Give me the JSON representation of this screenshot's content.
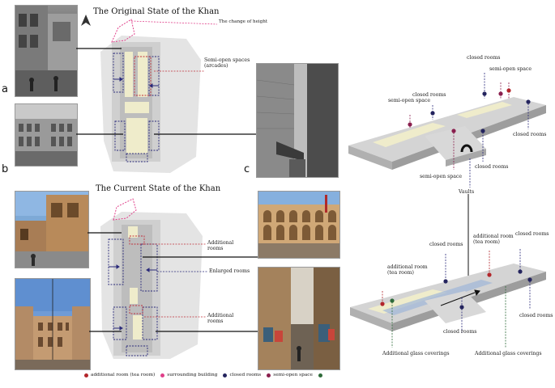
{
  "titles": {
    "original": "The Original State of the Khan",
    "current": "The Current State of the Khan"
  },
  "panel_letters": {
    "a": "a",
    "b": "b",
    "c": "c"
  },
  "plan_labels": {
    "change_of_height": "The change of height",
    "semi_open_spaces": "Semi-open spaces\n(arcades)",
    "additional_rooms_1": "Additional\nrooms",
    "enlarged_rooms": "Enlarged rooms",
    "additional_rooms_2": "Additional\nrooms"
  },
  "model_top_labels": {
    "closed_rooms_1": "closed rooms",
    "closed_rooms_2": "closed rooms",
    "semi_open_space_1": "semi-open space",
    "semi_open_space_2": "semi-open space",
    "semi_open_space_3": "semi-open space",
    "closed_rooms_3": "closed rooms",
    "closed_rooms_4": "closed rooms",
    "vaults": "Vaults"
  },
  "model_bottom_labels": {
    "additional_room_left": "additional room\n(tea room)",
    "closed_rooms_1": "closed rooms",
    "additional_room_right": "additional room\n(tea room)",
    "closed_rooms_2": "closed rooms",
    "closed_rooms_3": "closed rooms",
    "closed_rooms_4": "closed rooms",
    "glass_left": "Additional glass coverings",
    "glass_right": "Additional glass coverings"
  },
  "legend": [
    {
      "label": "additional room (tea room)",
      "color": "#b3262b"
    },
    {
      "label": "surrounding building",
      "color": "#e0408a"
    },
    {
      "label": "closed rooms",
      "color": "#24245e"
    },
    {
      "label": "semi-open space",
      "color": "#8a1f4e"
    },
    {
      "label": "",
      "color": "#2f6b3a"
    }
  ],
  "colors": {
    "plan_gray": "#d6d6d6",
    "plan_dark": "#bdbdbd",
    "pink_dash": "#e0408a",
    "navy_dash": "#2a2a7a",
    "red_dash": "#c0303a",
    "model_gray": "#cfcfcf",
    "model_light": "#efeccb"
  },
  "icons": {
    "north_arrow": "north-arrow-icon"
  }
}
